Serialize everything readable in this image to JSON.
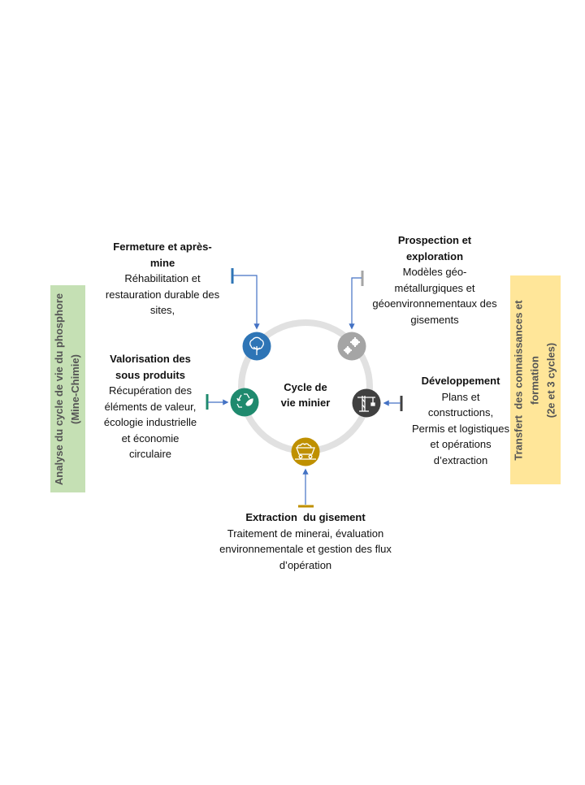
{
  "center": {
    "line1": "Cycle de",
    "line2": "vie minier"
  },
  "stages": {
    "prospection": {
      "title1": "Prospection et",
      "title2": "exploration",
      "desc": [
        "Modèles géo-",
        "métallurgiques et",
        "géoenvironnementaux des",
        "gisements"
      ]
    },
    "developpement": {
      "title1": "Développement",
      "desc": [
        "Plans et",
        "constructions,",
        "Permis et logistiques",
        "et opérations",
        "d’extraction"
      ]
    },
    "extraction": {
      "title1": "Extraction  du gisement",
      "desc": [
        "Traitement de minerai, évaluation",
        "environnementale et gestion des flux",
        "d’opération"
      ]
    },
    "valorisation": {
      "title1": "Valorisation des",
      "title2": "sous produits",
      "desc": [
        "Récupération des",
        "éléments de valeur,",
        "écologie industrielle",
        "et économie",
        "circulaire"
      ]
    },
    "fermeture": {
      "title1": "Fermeture et après-",
      "title2": "mine",
      "desc": [
        "Réhabilitation et",
        "restauration durable des",
        "sites,"
      ]
    }
  },
  "left_panel": {
    "line1": "Analyse du cycle de vie du phosphore",
    "line2": "(Mine-Chimie)"
  },
  "right_panel": {
    "line1": "Transfert  des connaissances et",
    "line2": "formation",
    "line3": "(2e et 3 cycles)"
  },
  "colors": {
    "fermeture": "#2e75b6",
    "prospection": "#a5a5a5",
    "developpement": "#404040",
    "extraction": "#bf9000",
    "valorisation": "#1f8a6e",
    "ring": "#e1e1e1",
    "arrow": "#4472c4",
    "left_panel": "#c5e0b4",
    "right_panel": "#ffe699"
  },
  "icons": {
    "fermeture": "tree-icon",
    "prospection": "gears-icon",
    "developpement": "crane-icon",
    "extraction": "mine-cart-icon",
    "valorisation": "recycle-icon"
  }
}
